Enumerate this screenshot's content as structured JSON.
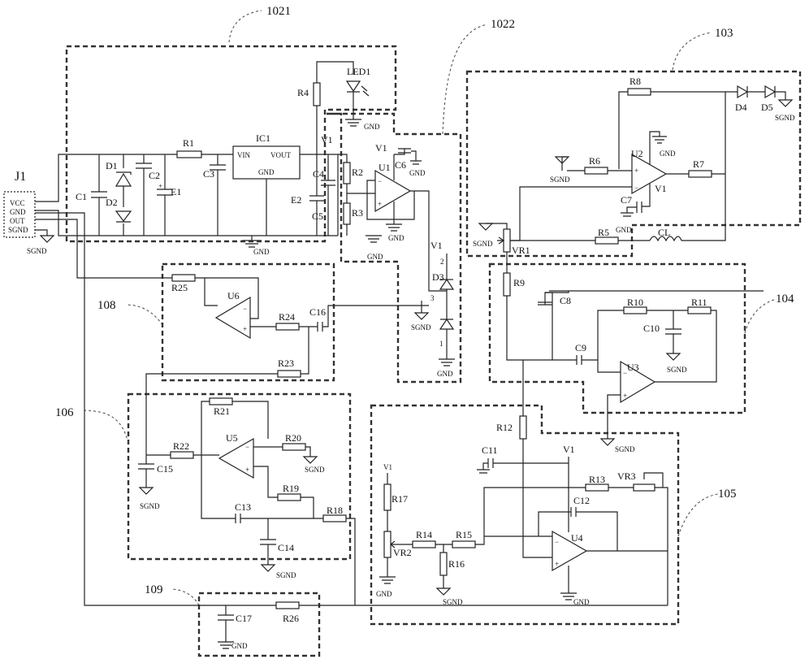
{
  "blocks": {
    "b1021": "1021",
    "b1022": "1022",
    "b103": "103",
    "b104": "104",
    "b105": "105",
    "b106": "106",
    "b108": "108",
    "b109": "109"
  },
  "connector": {
    "name": "J1",
    "pins": [
      "VCC",
      "GND",
      "OUT",
      "SGND"
    ]
  },
  "labels": {
    "sgnd": "SGND",
    "gnd": "GND",
    "v1": "V1",
    "led1": "LED1"
  },
  "ic1": {
    "name": "IC1",
    "vin": "VIN",
    "vout": "VOUT",
    "gnd": "GND"
  },
  "opamps": {
    "u1": "U1",
    "u2": "U2",
    "u3": "U3",
    "u4": "U4",
    "u5": "U5",
    "u6": "U6"
  },
  "resistors": {
    "r1": "R1",
    "r2": "R2",
    "r3": "R3",
    "r4": "R4",
    "r5": "R5",
    "r6": "R6",
    "r7": "R7",
    "r8": "R8",
    "r9": "R9",
    "r10": "R10",
    "r11": "R11",
    "r12": "R12",
    "r13": "R13",
    "r14": "R14",
    "r15": "R15",
    "r16": "R16",
    "r17": "R17",
    "r18": "R18",
    "r19": "R19",
    "r20": "R20",
    "r21": "R21",
    "r22": "R22",
    "r23": "R23",
    "r24": "R24",
    "r25": "R25",
    "r26": "R26"
  },
  "capacitors": {
    "c1": "C1",
    "c2": "C2",
    "c3": "C3",
    "c4": "C4",
    "c5": "C5",
    "c6": "C6",
    "c7": "C7",
    "c8": "C8",
    "c9": "C9",
    "c10": "C10",
    "c11": "C11",
    "c12": "C12",
    "c13": "C13",
    "c14": "C14",
    "c15": "C15",
    "c16": "C16",
    "c17": "C17",
    "e1": "E1",
    "e2": "E2"
  },
  "diodes": {
    "d1": "D1",
    "d2": "D2",
    "d3": "D3",
    "d4": "D4",
    "d5": "D5"
  },
  "pots": {
    "vr1": "VR1",
    "vr2": "VR2",
    "vr3": "VR3"
  },
  "inductor": "CL",
  "pin_numbers": {
    "p1": "1",
    "p2": "2",
    "p3": "3"
  }
}
